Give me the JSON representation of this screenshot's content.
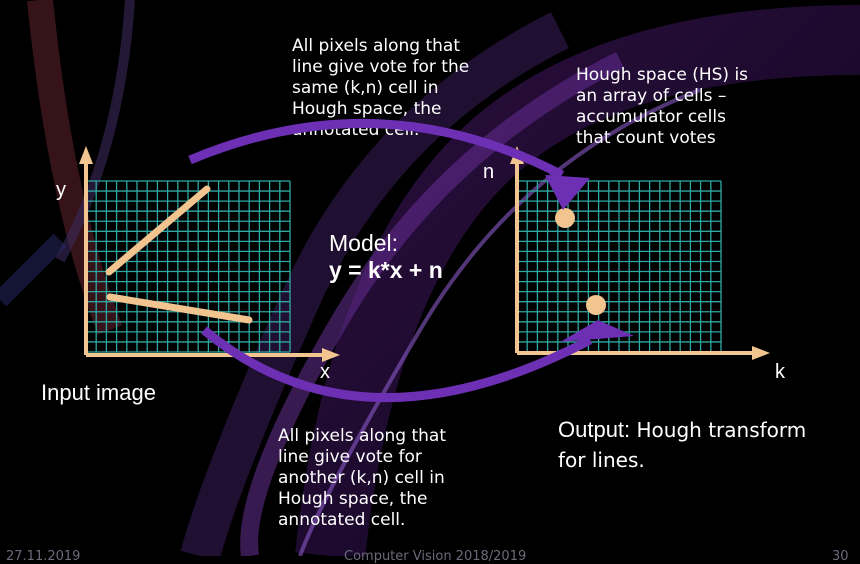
{
  "notes": {
    "top_left": "All pixels along that\nline give vote for the\nsame (k,n) cell in\nHough space, the\nannotated cell.",
    "top_right": "Hough space (HS) is\nan array of cells –\naccumulator cells\nthat count votes",
    "bottom": "All pixels along that\nline give vote for\nanother (k,n) cell in\nHough space, the\nannotated cell."
  },
  "model": {
    "label": "Model:",
    "equation": "y = k*x + n"
  },
  "input_panel": {
    "x_axis": "x",
    "y_axis": "y",
    "caption": "Input image"
  },
  "output_panel": {
    "x_axis": "k",
    "y_axis": "n",
    "caption_prefix": "Output:",
    "caption_rest": " Hough transform\nfor lines."
  },
  "footer": {
    "date": "27.11.2019",
    "course": "Computer Vision 2018/2019",
    "page": "30"
  },
  "colors": {
    "grid": "#2fa8a3",
    "axis": "#f2c48f",
    "line": "#f2c48f",
    "arrow": "#6d2fb3",
    "dot": "#f2c48f"
  }
}
